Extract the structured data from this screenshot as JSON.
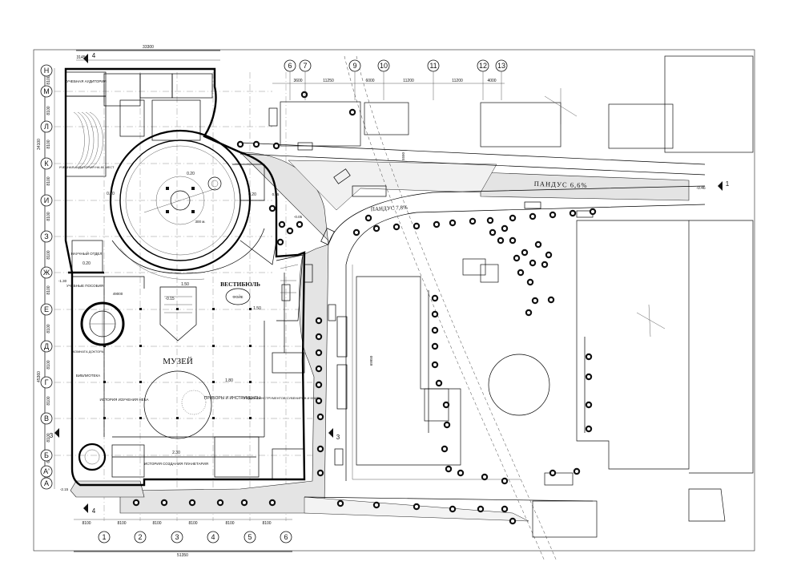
{
  "labels": {
    "museum": "МУЗЕЙ",
    "vestibule": "ВЕСТИБЮЛЬ",
    "ramp_main": "ПАНДУС 6,6%",
    "ramp_small": "ПАНДУС 7,8%",
    "library": "БИБЛИОТЕКА",
    "classroom": "УЧЕБНАЯ АУДИТОРИЯ",
    "lecture_hall": "УЧЕБНАЯ АУДИТОРИЯ НА 80 МЕСТ",
    "study_aids": "УЧЕБНЫЕ ПОСОБИЯ",
    "science_dept": "НАУЧНЫЙ ОТДЕЛ",
    "history_study": "ИСТОРИЯ ИЗУЧЕНИЯ НЕБА",
    "instruments": "ПРИБОРЫ И ИНСТРУМЕНТЫ",
    "souvenirs": "ПРОДАЖА ИНСТРУМЕНТОВ СУВЕНИРОВ И КНИГ",
    "history_planetarium": "ИСТОРИЯ СОЗДАНИЯ ПЛАНЕТАРИЯ",
    "director_room": "КОМНАТА ДОКТОРА",
    "dome_hall": "300 м.",
    "foyer": "ФОЙЕ"
  },
  "levels": {
    "l1": "0.20",
    "l2": "0.20",
    "l3": "0.20",
    "l4": "1.50",
    "l5": "1.50",
    "l6": "2.30",
    "l7": "-0.15",
    "l8": "-0.46",
    "l9": "0.20",
    "l10": "1.80",
    "l11": "-1.30",
    "l12": "-2.15",
    "l13": "-0.05",
    "l14": "0.15"
  },
  "grid_top": [
    "6",
    "7",
    "9",
    "10",
    "11",
    "12",
    "13"
  ],
  "grid_bottom": [
    "1",
    "2",
    "3",
    "4",
    "5",
    "6"
  ],
  "grid_left": [
    "Н",
    "М",
    "Л",
    "К",
    "И",
    "З",
    "Ж",
    "Е",
    "Д",
    "Г",
    "В",
    "Б",
    "А'",
    "А"
  ],
  "dims_top": [
    "33300",
    "3600",
    "11250",
    "6000",
    "11200",
    "11200",
    "4000"
  ],
  "dims_bottom": [
    "8100",
    "8100",
    "8100",
    "8100",
    "8100",
    "8100"
  ],
  "dims_bottom_total": "51350",
  "dims_left": [
    "8100",
    "8100",
    "8100",
    "8100",
    "8100",
    "8100",
    "8100",
    "8100",
    "8100",
    "8100",
    "8100",
    "6300",
    "5500",
    "3600"
  ],
  "dims_left_total": "45360",
  "dims_left_top": "34100",
  "dims_misc": {
    "d1": "3145",
    "d2": "4263",
    "d3": "4600",
    "d4": "49000",
    "d5": "69950",
    "d6": "5550"
  },
  "section_marks": {
    "s4": "4",
    "s3": "3",
    "s1": "1"
  }
}
